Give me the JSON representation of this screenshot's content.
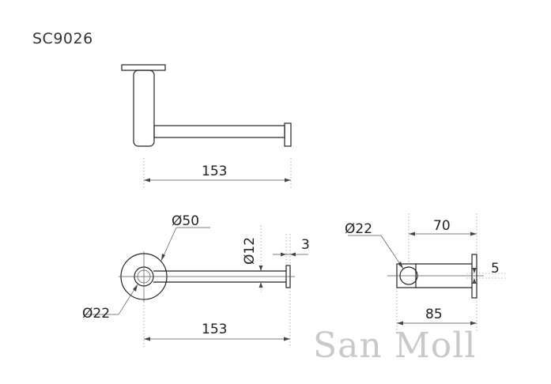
{
  "model_code": "SC9026",
  "watermark": "San Moll",
  "dimensions": {
    "side_length": "153",
    "top_diameter_base": "Ø50",
    "top_diameter_bar": "Ø12",
    "top_end_cap": "3",
    "top_diameter_post": "Ø22",
    "top_length": "153",
    "end_diameter": "Ø22",
    "end_projection": "70",
    "end_base_thickness": "5",
    "end_depth": "85"
  }
}
